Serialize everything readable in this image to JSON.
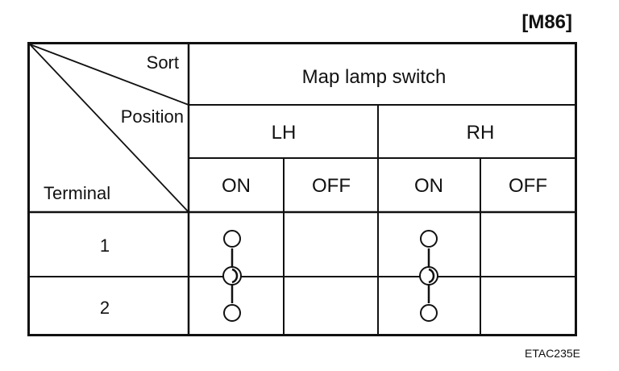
{
  "reference_code": "[M86]",
  "figure_code": "ETAC235E",
  "header": {
    "sort_label": "Sort",
    "position_label": "Position",
    "terminal_label": "Terminal",
    "title": "Map lamp switch"
  },
  "sides": [
    {
      "name": "LH",
      "positions": [
        "ON",
        "OFF"
      ]
    },
    {
      "name": "RH",
      "positions": [
        "ON",
        "OFF"
      ]
    }
  ],
  "terminals": [
    "1",
    "2"
  ],
  "connections": [
    {
      "side": "LH",
      "position": "ON",
      "terminals": [
        "1",
        "2"
      ]
    },
    {
      "side": "RH",
      "position": "ON",
      "terminals": [
        "1",
        "2"
      ]
    }
  ]
}
